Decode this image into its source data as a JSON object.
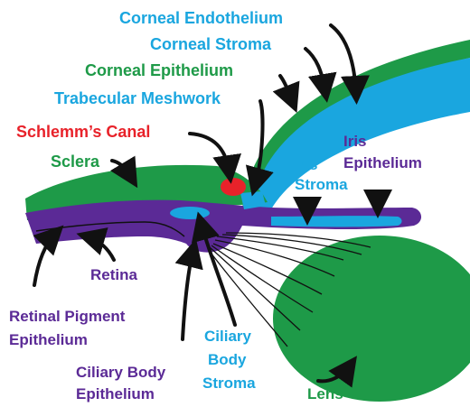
{
  "colors": {
    "green": "#1e9a48",
    "blue": "#1aa6df",
    "purple": "#5b2a96",
    "red": "#e8222a",
    "black": "#111111",
    "blue_text": "#1aa6df",
    "green_text": "#1e9a48",
    "purple_text": "#5b2a96",
    "red_text": "#e8222a"
  },
  "labels": {
    "corneal_endothelium": "Corneal Endothelium",
    "corneal_stroma": "Corneal Stroma",
    "corneal_epithelium": "Corneal Epithelium",
    "trabecular_meshwork": "Trabecular Meshwork",
    "schlemms_canal": "Schlemm’s Canal",
    "sclera": "Sclera",
    "iris_stroma_1": "Iris",
    "iris_stroma_2": "Stroma",
    "iris_epithelium_1": "Iris",
    "iris_epithelium_2": "Epithelium",
    "retina": "Retina",
    "rpe_1": "Retinal Pigment",
    "rpe_2": "Epithelium",
    "ciliary_body_epithelium_1": "Ciliary Body",
    "ciliary_body_epithelium_2": "Epithelium",
    "ciliary_body_stroma_1": "Ciliary",
    "ciliary_body_stroma_2": "Body",
    "ciliary_body_stroma_3": "Stroma",
    "lens": "Lens"
  }
}
